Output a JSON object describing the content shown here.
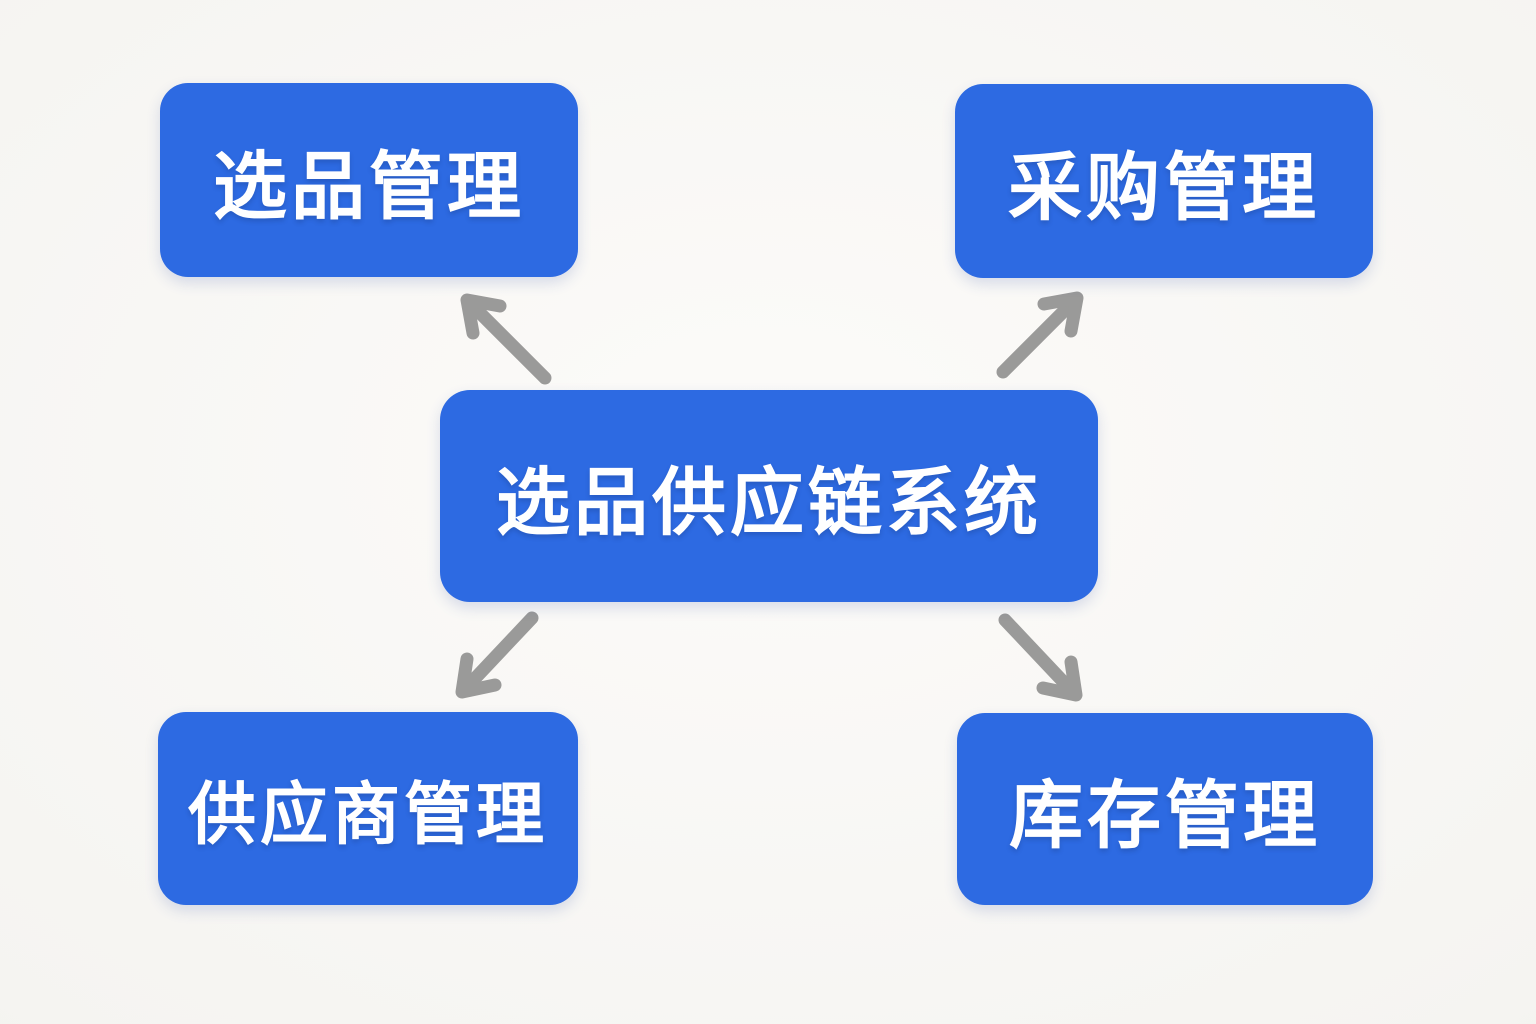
{
  "diagram": {
    "type": "flowchart",
    "center_node": {
      "id": "center",
      "label": "选品供应链系统"
    },
    "nodes": [
      {
        "id": "top-left",
        "label": "选品管理"
      },
      {
        "id": "top-right",
        "label": "采购管理"
      },
      {
        "id": "bottom-left",
        "label": "供应商管理"
      },
      {
        "id": "bottom-right",
        "label": "库存管理"
      }
    ],
    "edges": [
      {
        "from": "center",
        "to": "top-left"
      },
      {
        "from": "center",
        "to": "top-right"
      },
      {
        "from": "center",
        "to": "bottom-left"
      },
      {
        "from": "center",
        "to": "bottom-right"
      }
    ],
    "colors": {
      "node_fill": "#2D6AE2",
      "node_text": "#FFFFFF",
      "arrow": "#9A9A99",
      "bg_center": "#FCFBF9"
    }
  }
}
